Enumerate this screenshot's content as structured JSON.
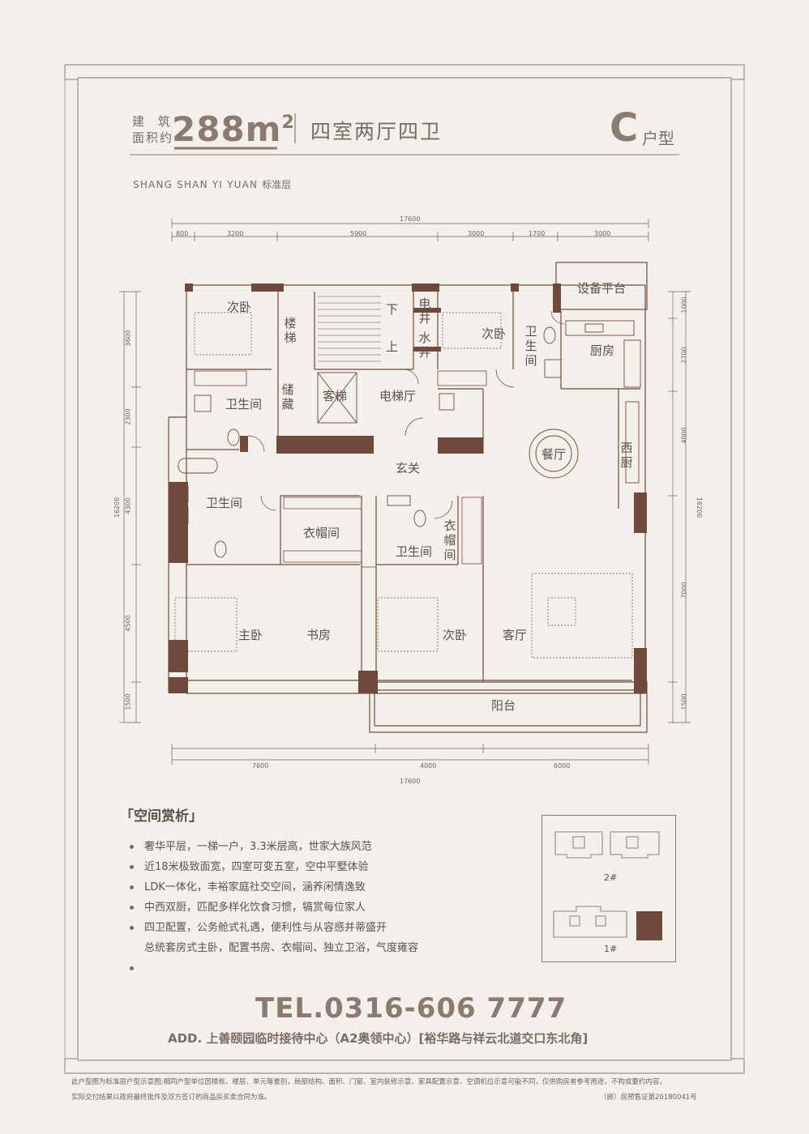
{
  "header": {
    "area_label_line1": "建 筑",
    "area_label_line2": "面积约",
    "area_number": "288m",
    "area_unit_sup": "2",
    "rooms": "四室两厅四卫",
    "type_letter": "C",
    "type_suffix": "户型",
    "project": "SHANG SHAN YI YUAN",
    "floor_note": "标准层"
  },
  "dimensions": {
    "top_total": "17600",
    "top_segments": [
      "800",
      "3200",
      "5900",
      "3000",
      "1700",
      "3000"
    ],
    "bottom_segments": [
      "7600",
      "4000",
      "6000"
    ],
    "bottom_total": "17600",
    "left_segments": [
      "3600",
      "2300",
      "4300",
      "4500",
      "1500"
    ],
    "left_total": "16200",
    "right_segments": [
      "1000",
      "2700",
      "4000",
      "7000",
      "1500"
    ],
    "right_total": "16200"
  },
  "rooms": {
    "bed_nw": "次卧",
    "stairs": "楼梯",
    "down": "下",
    "up": "上",
    "electric_shaft": "电井",
    "water_shaft": "水井",
    "bed_n": "次卧",
    "equipment": "设备平台",
    "bath_n": "卫生间",
    "kitchen": "厨房",
    "bath_w1": "卫生间",
    "storage": "储藏",
    "elevator": "客梯",
    "elevator_hall": "电梯厅",
    "dining": "餐厅",
    "west_kitchen": "西厨",
    "foyer": "玄关",
    "bath_w2": "卫生间",
    "cloak1": "衣帽间",
    "bath_c": "卫生间",
    "cloak2": "衣帽间",
    "master": "主卧",
    "study": "书房",
    "bed_s": "次卧",
    "living": "客厅",
    "balcony": "阳台"
  },
  "section": {
    "title": "「空间赏析」",
    "items": [
      "奢华平层，一梯一户，3.3米层高，世家大族风范",
      "近18米极致面宽，四室可变五室，空中平墅体验",
      "LDK一体化，丰裕家庭社交空间，涵养闲情逸致",
      "中西双厨，匹配多样化饮食习惯，犒赏每位家人",
      "四卫配置，公务舱式礼遇，便利性与从容感并蒂盛开",
      "总统套房式主卧，配置书房、衣帽间、独立卫浴，气度雍容",
      ""
    ]
  },
  "key_plan": {
    "building_2": "2#",
    "building_1": "1#"
  },
  "contact": {
    "tel": "TEL.0316-606 7777",
    "address": "ADD. 上善颐园临时接待中心（A2奥领中心）[裕华路与祥云北道交口东北角]"
  },
  "disclaimer": {
    "line1": "此户型图为标准层户型示意图;相同户型单位因楼栋、楼层、单元等差别，局部结构、面积、门窗、室内装修示意、家具配置示意、空调机位示意可能不同，仅供购房者参考用途，不构成要约内容，",
    "line2": "实际交付结果以政府最终批件及双方签订的商品房买卖合同为准。",
    "license": "（廊）房预售证第20180041号"
  },
  "colors": {
    "wall": "#6e4a3c",
    "line": "#8a7a70",
    "bg": "#f3f0ec",
    "text": "#5d514a"
  }
}
